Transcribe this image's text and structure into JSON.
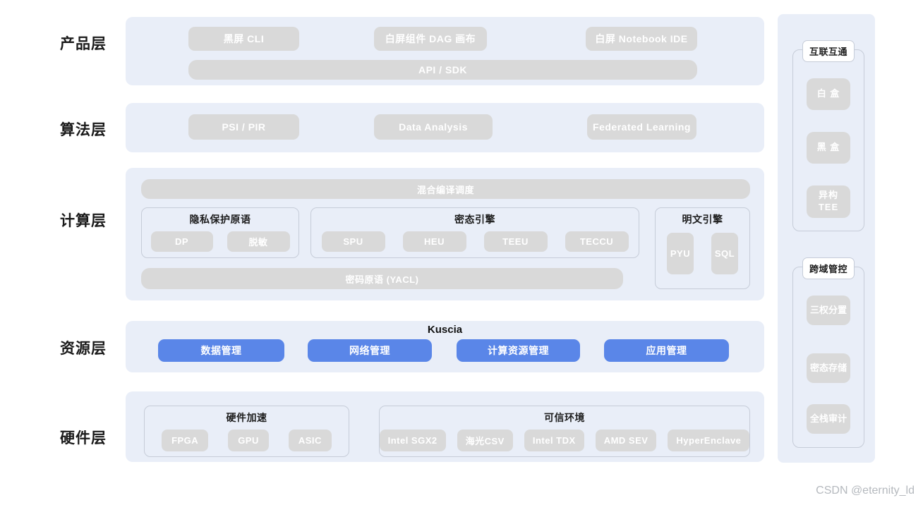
{
  "colors": {
    "panel_blue": "#e9eef8",
    "pill_gray": "#d9d9d9",
    "accent_blue": "#5a86e8",
    "pill_text": "#ffffff",
    "title_text": "#1c1c1c"
  },
  "layers": {
    "product": {
      "label": "产品层",
      "cli": "黑屏 CLI",
      "dag": "白屏组件 DAG 画布",
      "notebook": "白屏 Notebook IDE",
      "api_sdk": "API / SDK"
    },
    "algorithm": {
      "label": "算法层",
      "psi_pir": "PSI / PIR",
      "data_analysis": "Data Analysis",
      "federated_learning": "Federated Learning"
    },
    "compute": {
      "label": "计算层",
      "scheduler": "混合编译调度",
      "privacy_primitives": {
        "title": "隐私保护原语",
        "dp": "DP",
        "masking": "脱敏"
      },
      "cipher_engine": {
        "title": "密态引擎",
        "spu": "SPU",
        "heu": "HEU",
        "teeu": "TEEU",
        "teccu": "TECCU"
      },
      "plaintext_engine": {
        "title": "明文引擎",
        "pyu": "PYU",
        "sql": "SQL"
      },
      "crypto_primitives": "密码原语 (YACL)"
    },
    "resource": {
      "label": "资源层",
      "title": "Kuscia",
      "data_mgmt": "数据管理",
      "network_mgmt": "网络管理",
      "compute_mgmt": "计算资源管理",
      "app_mgmt": "应用管理"
    },
    "hardware": {
      "label": "硬件层",
      "accel": {
        "title": "硬件加速",
        "fpga": "FPGA",
        "gpu": "GPU",
        "asic": "ASIC"
      },
      "tee": {
        "title": "可信环境",
        "sgx": "Intel SGX2",
        "csv": "海光CSV",
        "tdx": "Intel TDX",
        "sev": "AMD SEV",
        "hyperenclave": "HyperEnclave"
      }
    }
  },
  "sidebar": {
    "interconnect": {
      "title": "互联互通",
      "white_box": "白 盒",
      "black_box": "黑 盒",
      "hetero_tee": "异构 TEE"
    },
    "cross_domain": {
      "title": "跨域管控",
      "separation": "三权分置",
      "storage": "密态存储",
      "audit": "全栈审计"
    }
  },
  "watermark": "CSDN @eternity_ld"
}
